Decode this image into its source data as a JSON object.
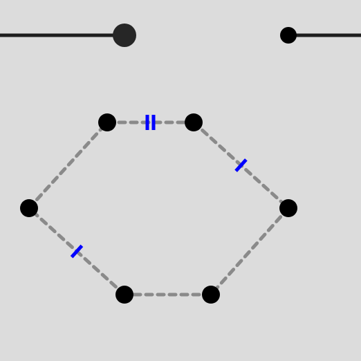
{
  "colors": {
    "background": "#dcdcdc",
    "slider_track": "#1e1e1e",
    "slider_knob": "#262626",
    "vertex": "#000000",
    "edge": "#8a8a8a",
    "tick_mark": "#0000ff"
  },
  "slider": {
    "value": 0.5
  },
  "polygon": {
    "vertices": [
      "vertex-top-left",
      "vertex-top-right",
      "vertex-right",
      "vertex-bottom-right",
      "vertex-bottom-left",
      "vertex-left"
    ],
    "edges": [
      {
        "name": "edge-top",
        "tick_marks": 2
      },
      {
        "name": "edge-top-right",
        "tick_marks": 1
      },
      {
        "name": "edge-bottom-right",
        "tick_marks": 0
      },
      {
        "name": "edge-bottom",
        "tick_marks": 0
      },
      {
        "name": "edge-bottom-left",
        "tick_marks": 1
      },
      {
        "name": "edge-top-left",
        "tick_marks": 0
      }
    ]
  }
}
